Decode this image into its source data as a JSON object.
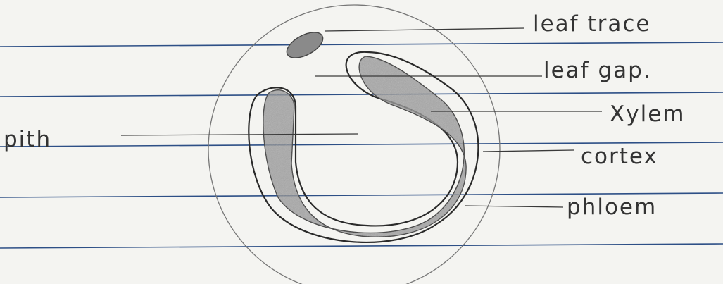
{
  "colors": {
    "paper": "#f4f4f1",
    "ruled_line": "#2d4f86",
    "pencil": "#333333",
    "shading": "#8f8f8f"
  },
  "labels": {
    "leaf_trace": "leaf trace",
    "leaf_gap": "leaf gap.",
    "xylem": "Xylem",
    "cortex": "cortex",
    "phloem": "phloem",
    "pith": "pith"
  }
}
